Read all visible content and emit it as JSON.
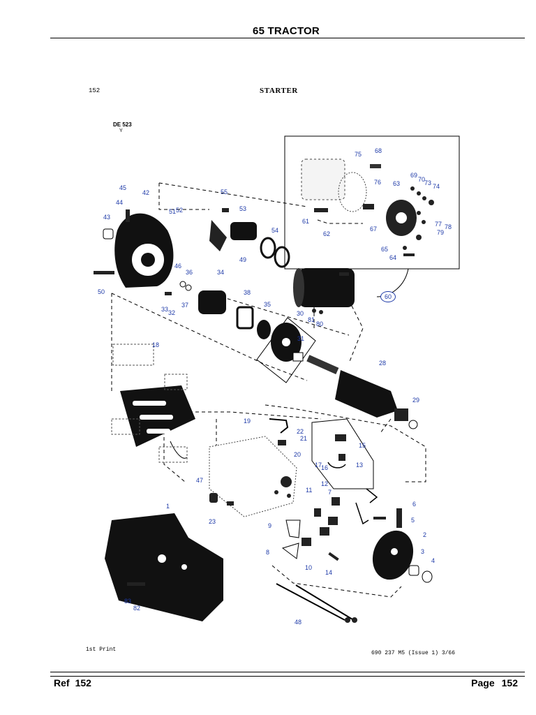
{
  "header": {
    "title": "65 TRACTOR"
  },
  "ref_number": "152",
  "section_title": "STARTER",
  "diagram_code": {
    "code": "DE 523",
    "sub": "Y"
  },
  "print_label": "1st Print",
  "part_code": "690 237 M5 (Issue 1) 3/66",
  "footer": {
    "ref_label": "Ref",
    "ref_value": "152",
    "page_label": "Page",
    "page_value": "152"
  },
  "callouts": [
    "1",
    "2",
    "3",
    "4",
    "5",
    "6",
    "7",
    "8",
    "9",
    "10",
    "11",
    "12",
    "13",
    "14",
    "15",
    "16",
    "17",
    "18",
    "19",
    "20",
    "21",
    "22",
    "23",
    "28",
    "29",
    "30",
    "31",
    "32",
    "33",
    "34",
    "35",
    "36",
    "37",
    "38",
    "42",
    "43",
    "44",
    "45",
    "46",
    "47",
    "48",
    "49",
    "50",
    "51",
    "52",
    "53",
    "54",
    "55",
    "60",
    "61",
    "62",
    "63",
    "64",
    "65",
    "67",
    "68",
    "69",
    "70",
    "73",
    "74",
    "75",
    "76",
    "77",
    "78",
    "79",
    "80",
    "81",
    "82",
    "83"
  ]
}
